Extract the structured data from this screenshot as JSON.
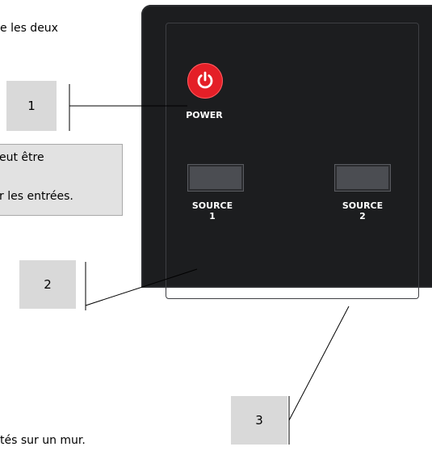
{
  "document": {
    "top_text": "e les deux",
    "bottom_text": "tés sur un mur."
  },
  "note": {
    "line1": "eut être",
    "line2": "r les entrées."
  },
  "panel": {
    "power_label": "POWER",
    "source1_label": "SOURCE",
    "source1_number": "1",
    "source2_label": "SOURCE",
    "source2_number": "2",
    "power_color": "#e41f27",
    "panel_color": "#1c1d1f"
  },
  "callouts": [
    {
      "label": "1"
    },
    {
      "label": "2"
    },
    {
      "label": "3"
    }
  ]
}
